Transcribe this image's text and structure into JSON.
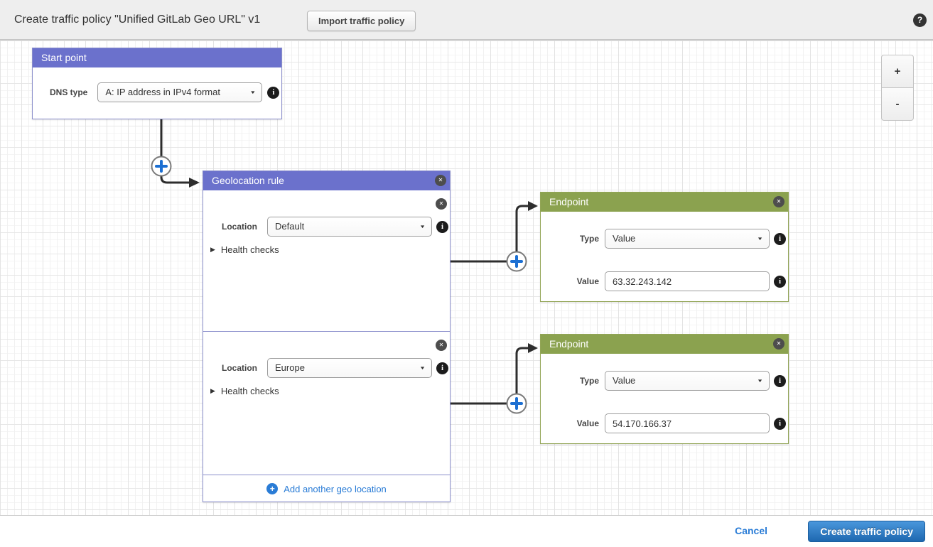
{
  "header": {
    "title": "Create traffic policy \"Unified GitLab Geo URL\" v1",
    "import_button_label": "Import traffic policy"
  },
  "icons": {
    "help": "?",
    "close": "✕",
    "info": "i",
    "caret": "▼",
    "collapsed_triangle": "▶",
    "add_plus": "+"
  },
  "start_point": {
    "title": "Start point",
    "dns_type_label": "DNS type",
    "dns_type_value": "A: IP address in IPv4 format"
  },
  "geolocation_rule": {
    "title": "Geolocation rule",
    "sections": [
      {
        "location_label": "Location",
        "location_value": "Default",
        "health_checks_label": "Health checks"
      },
      {
        "location_label": "Location",
        "location_value": "Europe",
        "health_checks_label": "Health checks"
      }
    ],
    "add_link_label": "Add another geo location"
  },
  "endpoints": [
    {
      "title": "Endpoint",
      "type_label": "Type",
      "type_value": "Value",
      "value_label": "Value",
      "value": "63.32.243.142"
    },
    {
      "title": "Endpoint",
      "type_label": "Type",
      "type_value": "Value",
      "value_label": "Value",
      "value": "54.170.166.37"
    }
  ],
  "zoom_controls": {
    "zoom_in_label": "+",
    "zoom_out_label": "-"
  },
  "footer": {
    "cancel_label": "Cancel",
    "submit_label": "Create traffic policy"
  },
  "colors": {
    "rule_purple": "#6b71cc",
    "endpoint_green": "#8ba24f",
    "link_blue": "#2a7cd6",
    "submit_blue": "#2e77c0"
  }
}
